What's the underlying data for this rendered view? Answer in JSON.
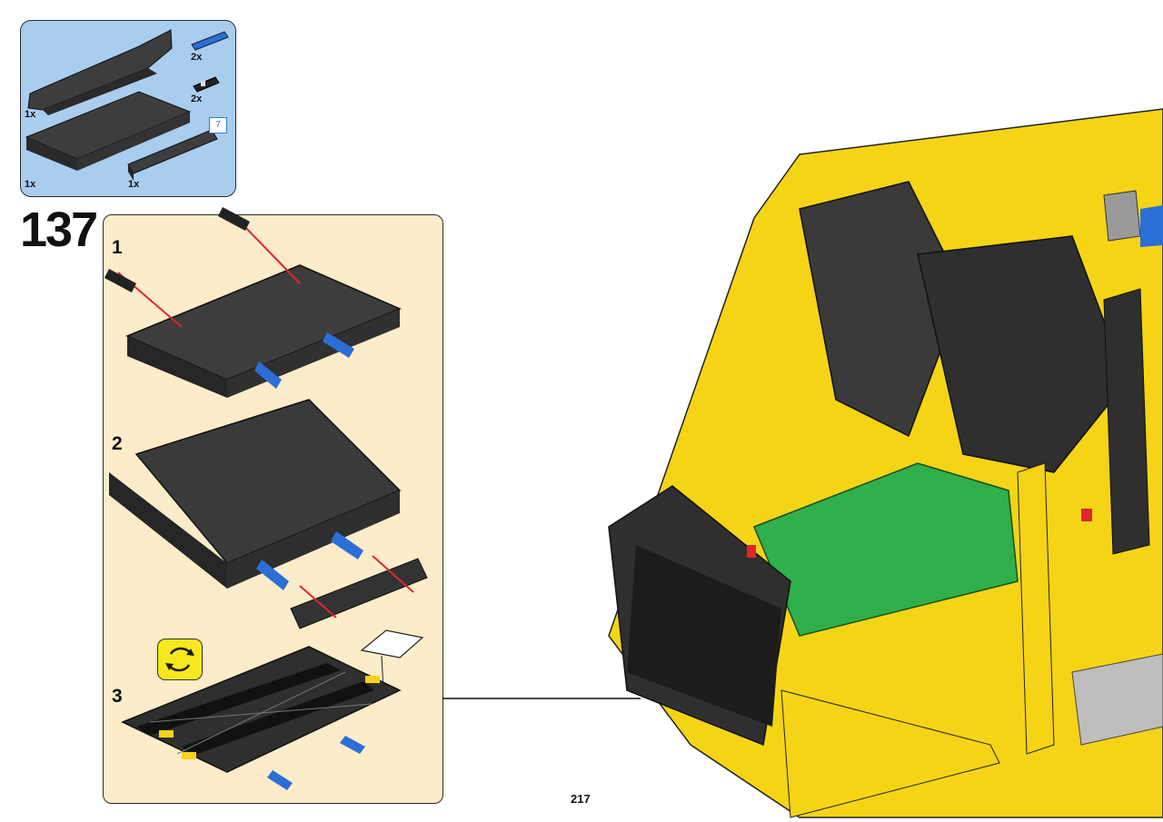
{
  "parts_list": {
    "items": [
      {
        "qty": "1x"
      },
      {
        "qty": "1x"
      },
      {
        "qty": "1x"
      },
      {
        "qty": "2x"
      },
      {
        "qty": "2x"
      }
    ],
    "length_badge": "7"
  },
  "step": {
    "number": "137",
    "substeps": [
      "1",
      "2",
      "3"
    ]
  },
  "page": {
    "number": "217"
  },
  "colors": {
    "parts_bg": "#a9cdee",
    "step_bg": "#fcecc9",
    "brick_dark": "#3d3d3d",
    "axle_blue": "#2b6fd6",
    "arrow_red": "#e0262f",
    "machine_yellow": "#f5d416",
    "battery_green": "#2fb04b"
  },
  "icons": [
    "rotate-model-icon",
    "decal-sheet-icon"
  ]
}
